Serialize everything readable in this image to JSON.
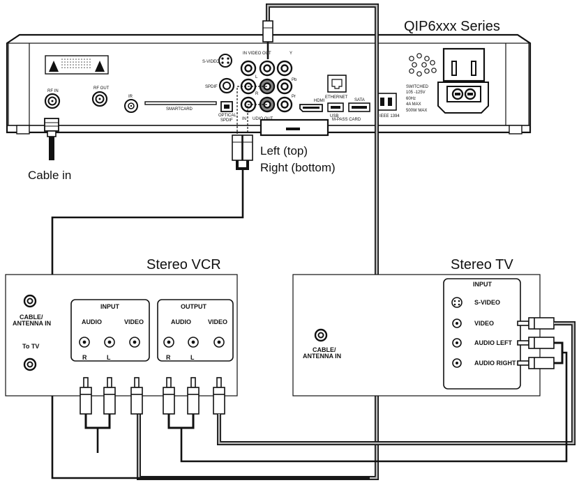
{
  "labels": {
    "stb_title": "QIP6xxx Series",
    "cable_in": "Cable in",
    "left_top": "Left (top)",
    "right_bottom": "Right (bottom)",
    "vcr_title": "Stereo VCR",
    "tv_title": "Stereo TV"
  },
  "stb_panel": {
    "rf_in": "RF IN",
    "rf_out": "RF OUT",
    "ir": "IR",
    "smartcard": "SMARTCARD",
    "svideo": "S-VIDEO",
    "spdif": "SPDIF",
    "optical": "OPTICAL",
    "optical_spdif": "SPDIF",
    "in_video_out": "IN VIDEO OUT",
    "audio_out": "UDIO OUT",
    "in_label": "IN",
    "y": "Y",
    "pb": "Pb",
    "pr": "Pr",
    "l": "L",
    "r": "R",
    "hdmi": "HDMI",
    "ethernet": "ETHERNET",
    "usb": "USB",
    "sata": "SATA",
    "mpass": "M-PASS CARD",
    "ieee": "IEEE 1394",
    "switched": [
      "SWITCHED",
      "105 -125V",
      "60Hz",
      "4A MAX",
      "500W MAX"
    ]
  },
  "vcr": {
    "cable_antenna_in": [
      "CABLE/",
      "ANTENNA IN"
    ],
    "to_tv": "To TV",
    "input_title": "INPUT",
    "output_title": "OUTPUT",
    "audio": "AUDIO",
    "video": "VIDEO",
    "r": "R",
    "l": "L"
  },
  "tv": {
    "cable_antenna_in": [
      "CABLE/",
      "ANTENNA IN"
    ],
    "input_title": "INPUT",
    "svideo": "S-VIDEO",
    "video": "VIDEO",
    "audio_left": "AUDIO LEFT",
    "audio_right": "AUDIO RIGHT"
  }
}
